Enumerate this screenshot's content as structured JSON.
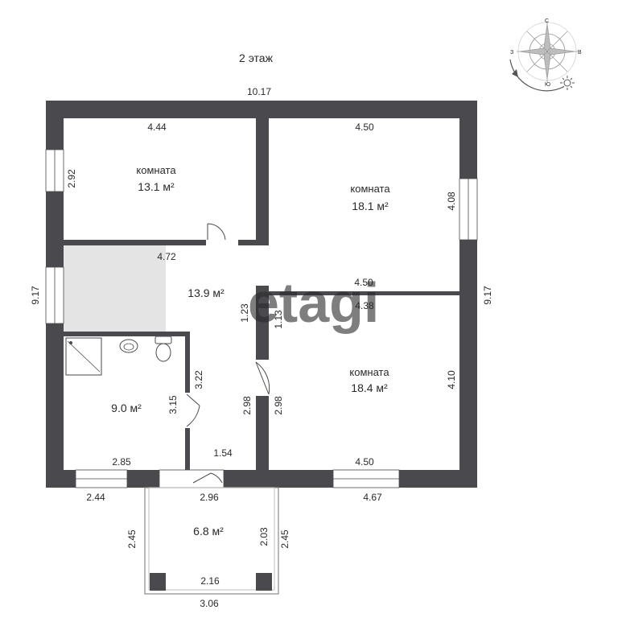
{
  "floor_label": "2 этаж",
  "colors": {
    "wall": "#4a4a4e",
    "window": "#ffffff",
    "bathroom_fill": "#e6e6e6",
    "text": "#2a2a2a",
    "watermark": "#dcdcdc"
  },
  "rooms": [
    {
      "name": "комната",
      "area": "13.1 м²"
    },
    {
      "name": "комната",
      "area": "18.1 м²"
    },
    {
      "name": "комната",
      "area": "18.4 м²"
    }
  ],
  "areas": {
    "hall": "13.9 м²",
    "bathroom": "9.0 м²",
    "balcony": "6.8 м²"
  },
  "dimensions": {
    "overall_top": "10.17",
    "left_total": "9.17",
    "right_total": "9.17",
    "room1_top": "4.44",
    "room1_left": "2.92",
    "room2_top": "4.50",
    "room2_right": "4.08",
    "hall_top": "4.72",
    "partition_top": "4.50",
    "room3_top": "4.38",
    "wall_1_23": "1.23",
    "wall_1_13": "1.13",
    "bath_door_3_22": "3.22",
    "bath_3_15": "3.15",
    "room3_right": "4.10",
    "hall_left_2_98": "2.98",
    "room3_left_2_98": "2.98",
    "bath_bottom": "2.85",
    "hall_bottom": "1.54",
    "room3_bottom": "4.50",
    "outer_bottom_left": "2.44",
    "outer_bottom_mid": "2.96",
    "outer_bottom_right": "4.67",
    "balcony_left": "2.45",
    "balcony_inner": "2.03",
    "balcony_right": "2.45",
    "balcony_inner_bottom": "2.16",
    "balcony_outer_bottom": "3.06"
  },
  "watermark": "etagi",
  "icons": {
    "compass": "compass-icon",
    "sun": "sun-icon",
    "shower": "shower-icon",
    "sink": "sink-icon",
    "toilet": "toilet-icon"
  }
}
